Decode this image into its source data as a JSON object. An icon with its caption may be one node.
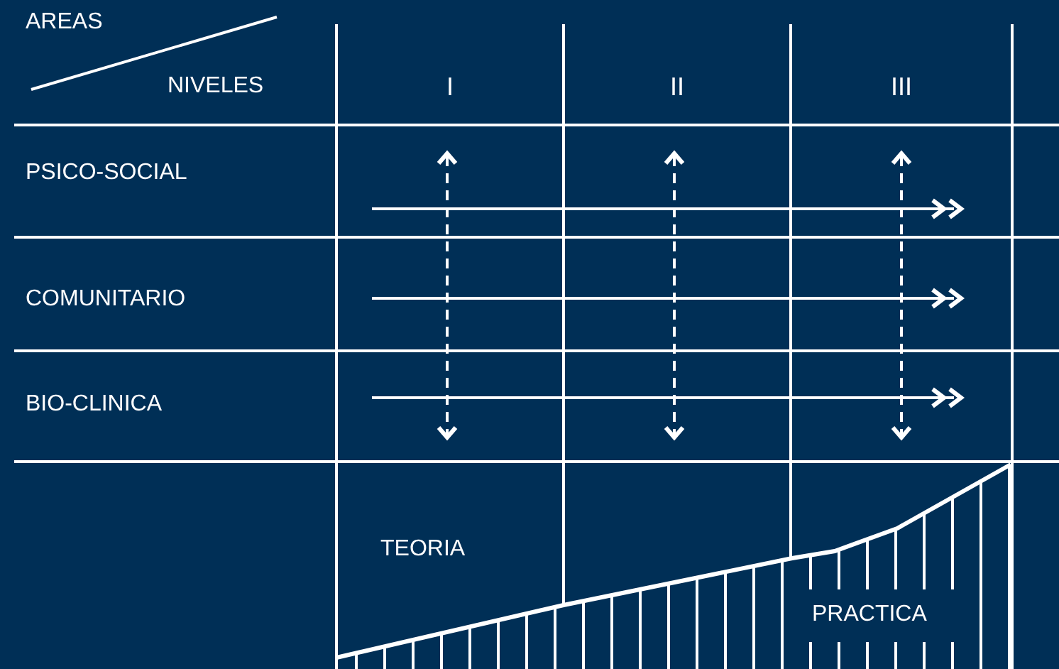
{
  "diagram": {
    "labels": [
      "AREAS",
      "NIVELES",
      "I",
      "II",
      "III",
      "PSICO-SOCIAL",
      "COMUNITARIO",
      "BIO-CLINICA",
      "TEORIA",
      "PRACTICA"
    ]
  }
}
